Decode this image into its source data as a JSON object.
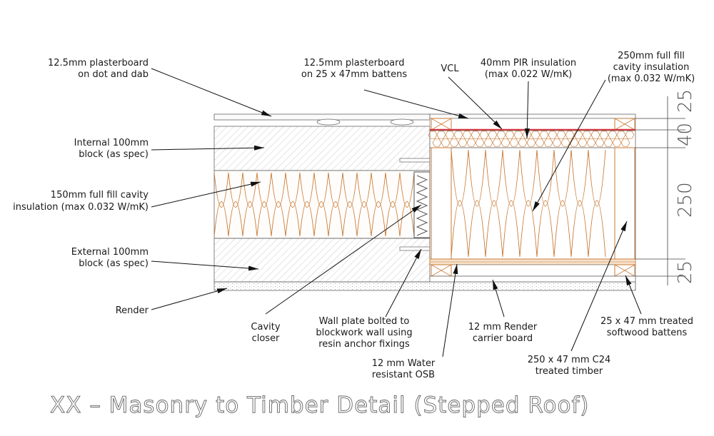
{
  "title": "XX – Masonry to Timber Detail (Stepped Roof)",
  "dimensions": [
    "25",
    "40",
    "250",
    "25"
  ],
  "labels": {
    "plasterboard_dab": [
      "12.5mm plasterboard",
      "on dot and dab"
    ],
    "internal_block": [
      "Internal 100mm",
      "block (as spec)"
    ],
    "cavity_150": [
      "150mm full fill cavity",
      "insulation (max 0.032 W/mK)"
    ],
    "external_block": [
      "External 100mm",
      "block (as spec)"
    ],
    "render": [
      "Render"
    ],
    "cavity_closer": [
      "Cavity",
      "closer"
    ],
    "wall_plate": [
      "Wall plate bolted to",
      "blockwork wall using",
      "resin anchor fixings"
    ],
    "osb": [
      "12 mm Water",
      "resistant OSB"
    ],
    "carrier_board": [
      "12 mm Render",
      "carrier board"
    ],
    "c24_timber": [
      "250 x 47 mm C24",
      "treated timber"
    ],
    "battens_25x47": [
      "25 x 47 mm treated",
      "softwood battens"
    ],
    "plasterboard_battens": [
      "12.5mm plasterboard",
      "on 25 x 47mm battens"
    ],
    "vcl": [
      "VCL"
    ],
    "pir": [
      "40mm PIR insulation",
      "(max 0.022 W/mK)"
    ],
    "cavity_250": [
      "250mm full fill",
      "cavity insulation",
      "(max 0.032 W/mK)"
    ]
  },
  "colors": {
    "timber": "#c97a35",
    "vcl": "#e0303a",
    "line": "#666666",
    "leader": "#111111"
  }
}
